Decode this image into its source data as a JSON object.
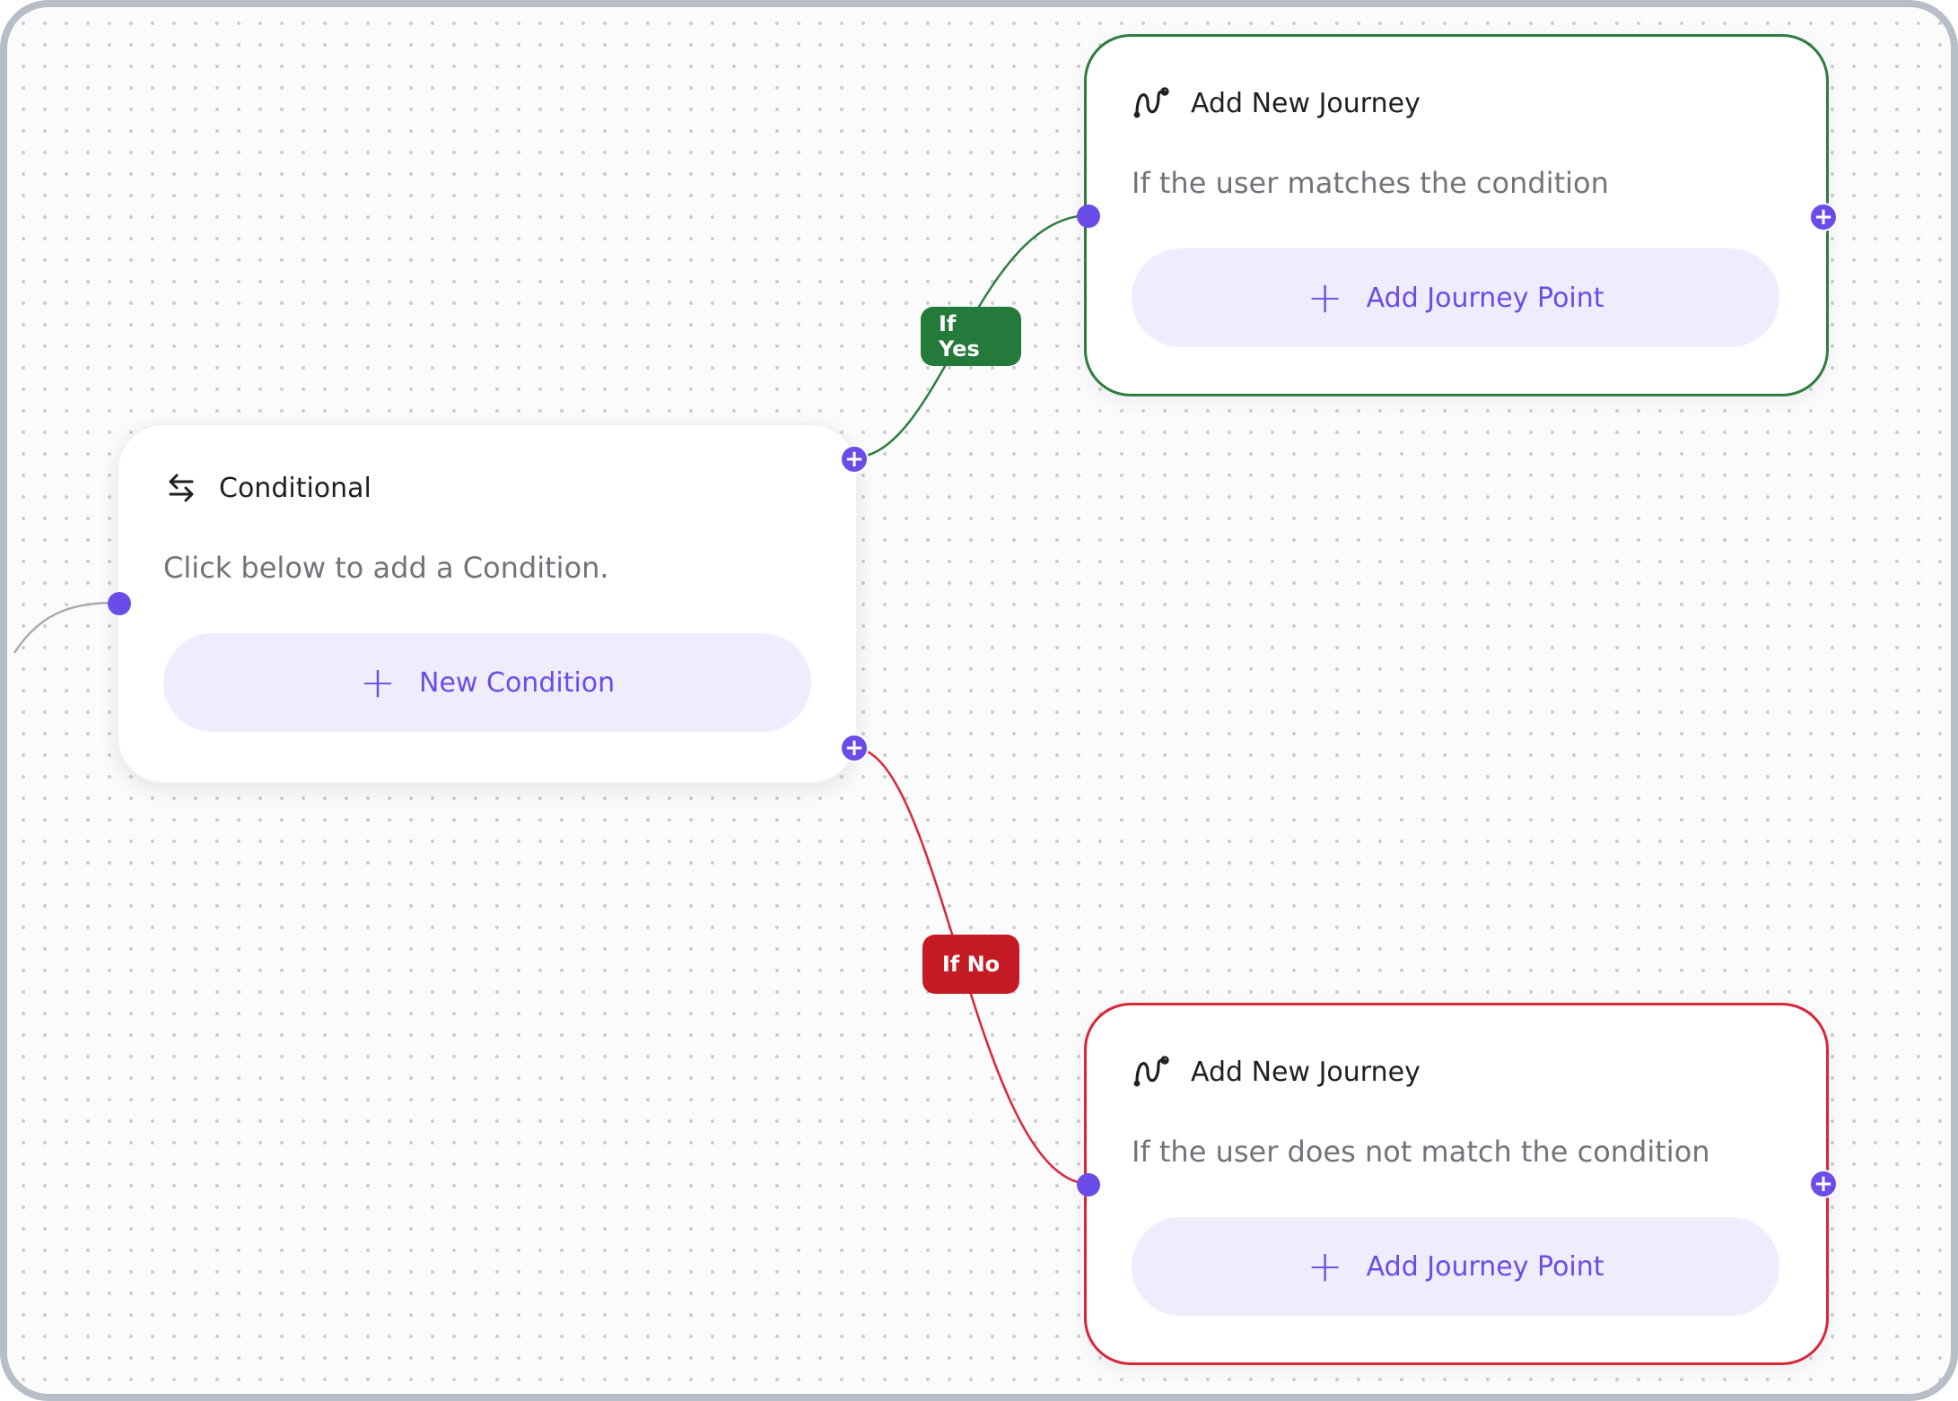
{
  "colors": {
    "accent": "#6a4de8",
    "yes": "#2f7d3d",
    "no": "#d9273a",
    "button_bg": "#efecfd"
  },
  "conditional": {
    "title": "Conditional",
    "icon": "swap-arrows-icon",
    "description": "Click below to add a Condition.",
    "button_label": "New Condition"
  },
  "yes_branch": {
    "badge": "If Yes",
    "title": "Add New Journey",
    "icon": "journey-path-icon",
    "description": "If the user matches the condition",
    "button_label": "Add Journey Point"
  },
  "no_branch": {
    "badge": "If No",
    "title": "Add New Journey",
    "icon": "journey-path-icon",
    "description": "If the user does not match the condition",
    "button_label": "Add Journey Point"
  }
}
